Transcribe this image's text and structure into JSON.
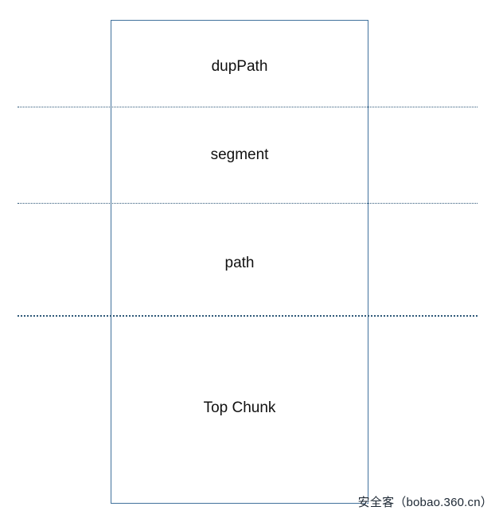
{
  "diagram": {
    "title": "heap-layout-diagram",
    "box": {
      "border_color": "#41719C"
    },
    "divider_color": "#2E5878",
    "label_color": "#111111",
    "sections": [
      {
        "label": "dupPath"
      },
      {
        "label": "segment"
      },
      {
        "label": "path"
      },
      {
        "label": "Top Chunk"
      }
    ]
  },
  "watermark": {
    "text": "安全客（bobao.360.cn）"
  }
}
